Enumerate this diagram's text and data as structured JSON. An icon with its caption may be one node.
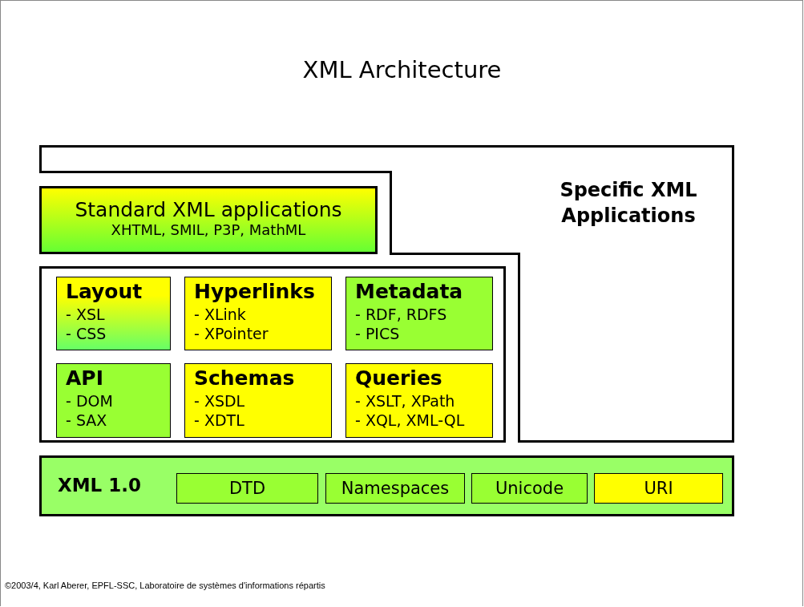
{
  "diagram": {
    "title": "XML Architecture",
    "nodes": [
      {
        "text": [
          "Specific XML Applications"
        ]
      },
      {
        "text": [
          "Standard XML applications",
          "XHTML, SMIL, P3P, MathML"
        ]
      },
      {
        "text": [],
        "shape": "box"
      },
      {
        "text": [
          "Layout",
          "- XSL",
          "- CSS"
        ],
        "in": 2
      },
      {
        "text": [
          "Hyperlinks",
          "- XLink",
          "- XPointer"
        ],
        "in": 2
      },
      {
        "text": [
          "Metadata",
          "- RDF, RDFS",
          "- PICS"
        ],
        "in": 2
      },
      {
        "text": [
          "API",
          "- DOM",
          "- SAX"
        ],
        "in": 2
      },
      {
        "text": [
          "Schemas",
          "- XSDL",
          "- XDTL"
        ],
        "in": 2
      },
      {
        "text": [
          "Queries",
          "- XSLT, XPath",
          "- XQL, XML-QL"
        ],
        "in": 2
      },
      {
        "text": [
          "XML 1.0"
        ]
      },
      {
        "text": [
          "DTD"
        ],
        "in": 9
      },
      {
        "text": [
          "Namespaces"
        ],
        "in": 9
      },
      {
        "text": [
          "Unicode"
        ],
        "in": 9
      },
      {
        "text": [
          "URI"
        ],
        "in": 9
      }
    ],
    "labels": [
      "©2003/4, Karl Aberer, EPFL-SSC, Laboratoire de systèmes d'informations répartis"
    ]
  }
}
